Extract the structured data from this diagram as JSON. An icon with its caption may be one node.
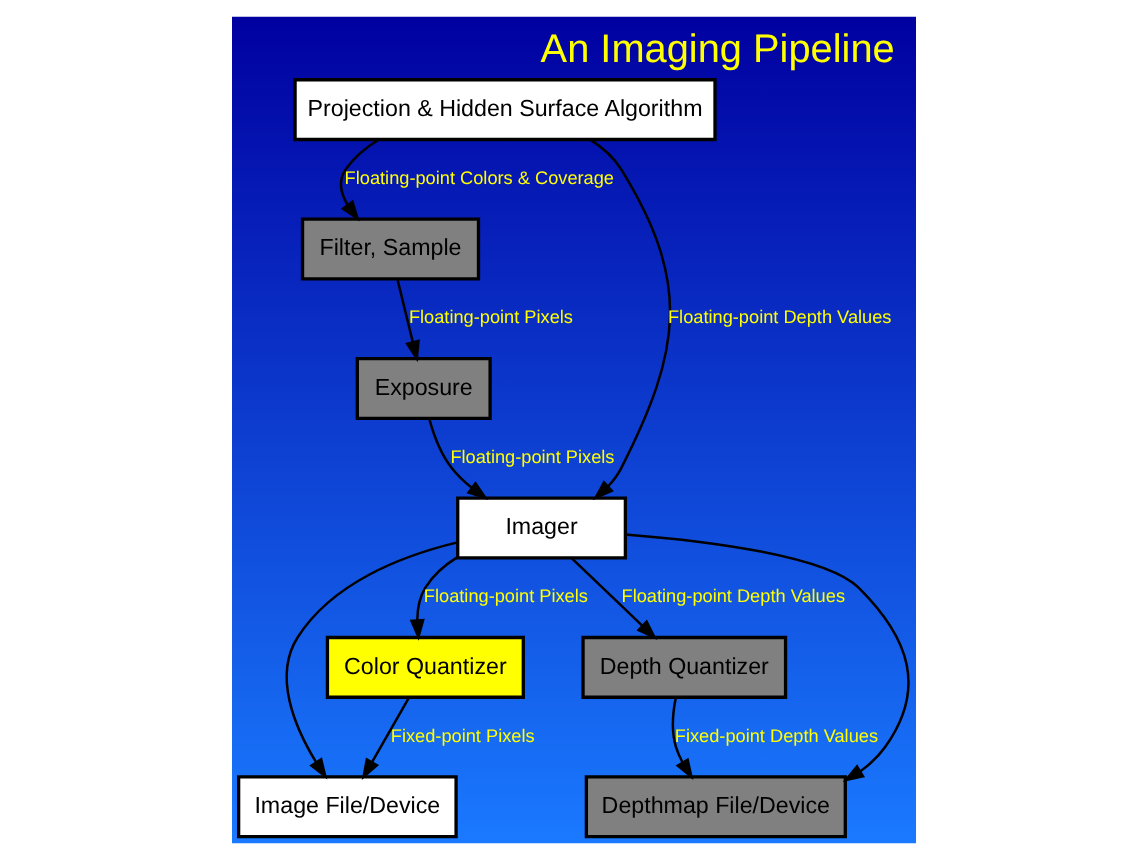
{
  "diagram": {
    "title": "An Imaging Pipeline",
    "nodes": [
      {
        "text": [
          "Projection & Hidden Surface Algorithm"
        ]
      },
      {
        "text": [
          "Filter, Sample"
        ]
      },
      {
        "text": [
          "Exposure"
        ]
      },
      {
        "text": [
          "Imager"
        ]
      },
      {
        "text": [
          "Color Quantizer"
        ]
      },
      {
        "text": [
          "Depth Quantizer"
        ]
      },
      {
        "text": [
          "Image File/Device"
        ]
      },
      {
        "text": [
          "Depthmap File/Device"
        ]
      }
    ],
    "edges": [
      {
        "from": 0,
        "to": 1,
        "arrow": "to",
        "label": "Floating-point Colors & Coverage"
      },
      {
        "from": 1,
        "to": 2,
        "arrow": "to",
        "label": "Floating-point Pixels"
      },
      {
        "from": 2,
        "to": 3,
        "arrow": "to",
        "label": "Floating-point Pixels"
      },
      {
        "from": 0,
        "to": 3,
        "arrow": "to",
        "label": "Floating-point Depth Values"
      },
      {
        "from": 3,
        "to": 4,
        "arrow": "to",
        "label": "Floating-point Pixels"
      },
      {
        "from": 3,
        "to": 6,
        "arrow": "to"
      },
      {
        "from": 3,
        "to": 5,
        "arrow": "to",
        "label": "Floating-point Depth Values"
      },
      {
        "from": 3,
        "to": 7,
        "arrow": "to"
      },
      {
        "from": 4,
        "to": 6,
        "arrow": "to",
        "label": "Fixed-point Pixels"
      },
      {
        "from": 5,
        "to": 7,
        "arrow": "to",
        "label": "Fixed-point Depth Values"
      }
    ]
  }
}
